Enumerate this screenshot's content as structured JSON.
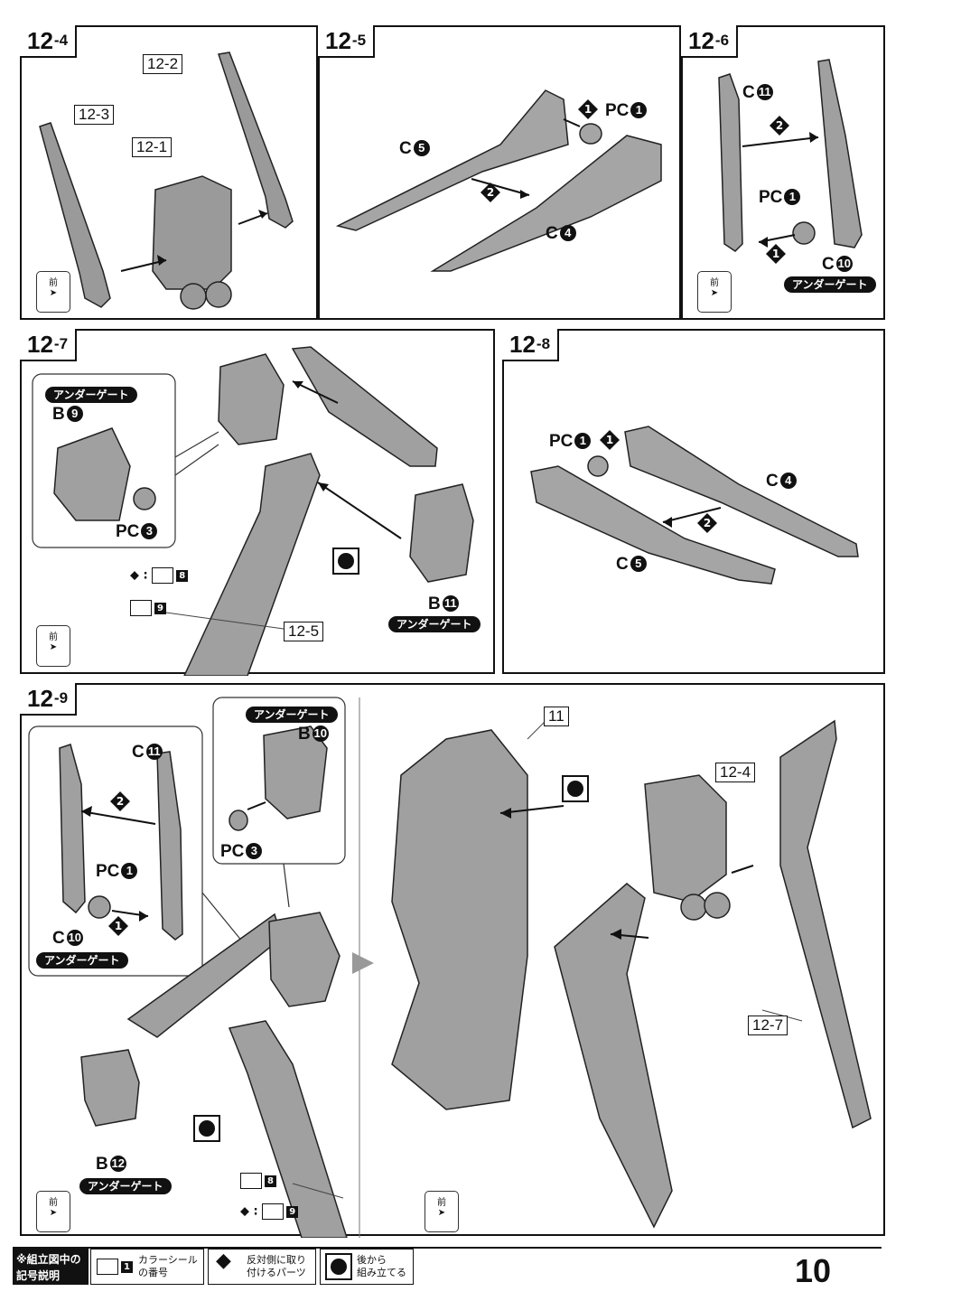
{
  "steps": {
    "s12_4": {
      "num": "12",
      "sub": "4",
      "c1": "12-1",
      "c2": "12-2",
      "c3": "12-3"
    },
    "s12_5": {
      "num": "12",
      "sub": "5",
      "c5": "C",
      "c4": "C",
      "pc": "PC"
    },
    "s12_6": {
      "num": "12",
      "sub": "6",
      "c11": "C",
      "c10": "C",
      "pc": "PC"
    },
    "s12_7": {
      "num": "12",
      "sub": "7",
      "b9": "B",
      "pc3": "PC",
      "b11": "B",
      "c12_5": "12-5"
    },
    "s12_8": {
      "num": "12",
      "sub": "8",
      "pc": "PC",
      "c4": "C",
      "c5": "C"
    },
    "s12_9": {
      "num": "12",
      "sub": "9",
      "c11": "C",
      "pc": "PC",
      "c10": "C",
      "b10": "B",
      "pc3": "PC",
      "b12": "B",
      "c11_call": "11",
      "c12_4": "12-4",
      "c12_7": "12-7"
    }
  },
  "markers": {
    "under_gate": "アンダーゲート",
    "front": "前"
  },
  "numbers": {
    "n1": "1",
    "n2": "2",
    "n3": "3",
    "n4": "4",
    "n5": "5",
    "n9": "9",
    "n10": "10",
    "n11": "11",
    "n12": "12"
  },
  "stickers": {
    "s8": "8",
    "s9": "9"
  },
  "legend": {
    "title_line1": "※組立図中の",
    "title_line2": "記号説明",
    "item1_num": "1",
    "item1_line1": "カラーシール",
    "item1_line2": "の番号",
    "item2_line1": "反対側に取り",
    "item2_line2": "付けるパーツ",
    "item3_line1": "後から",
    "item3_line2": "組み立てる"
  },
  "page_number": "10"
}
